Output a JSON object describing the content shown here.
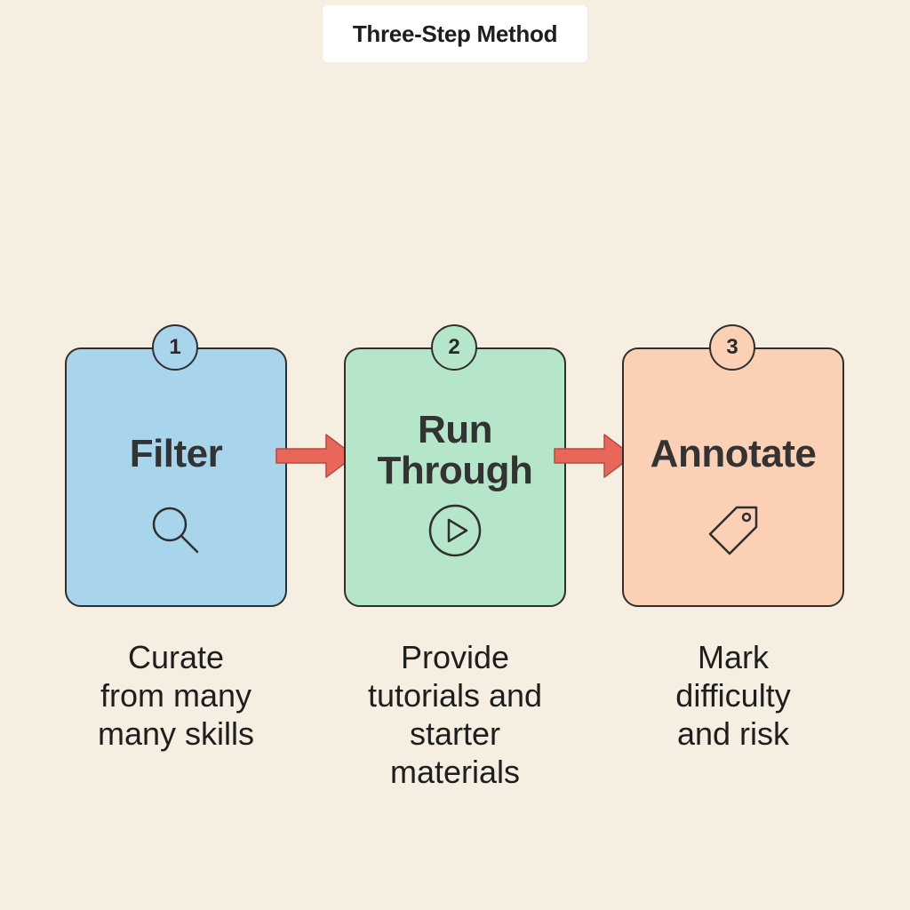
{
  "header": {
    "title": "Three-Step Method"
  },
  "colors": {
    "background": "#f5eee1",
    "step1_fill": "#a8d5ec",
    "step2_fill": "#b6e6c9",
    "step3_fill": "#fcd0b4",
    "arrow": "#e8675a",
    "outline": "#2f2f2f"
  },
  "steps": [
    {
      "number": "1",
      "label": "Filter",
      "icon": "magnifier-icon",
      "caption": "Curate\nfrom many\nmany skills"
    },
    {
      "number": "2",
      "label": "Run\nThrough",
      "icon": "play-circle-icon",
      "caption": "Provide\ntutorials and\nstarter\nmaterials"
    },
    {
      "number": "3",
      "label": "Annotate",
      "icon": "tag-icon",
      "caption": "Mark\ndifficulty\nand risk"
    }
  ]
}
